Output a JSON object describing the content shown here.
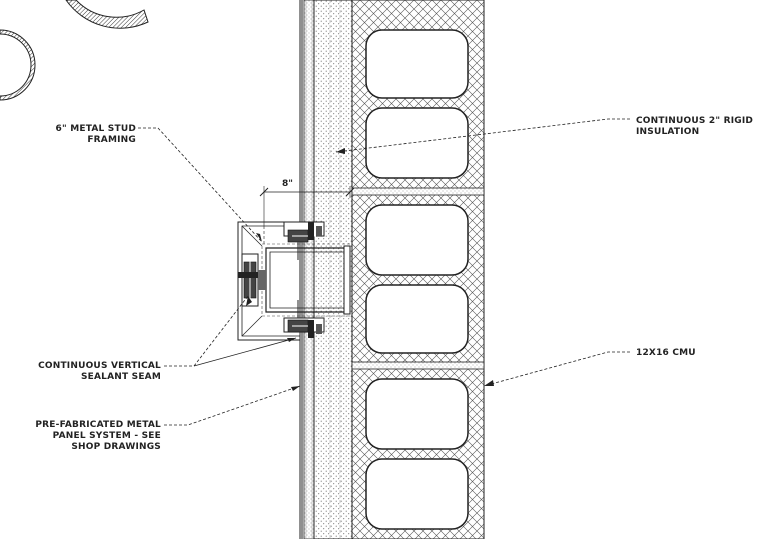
{
  "annotations": {
    "stud": [
      "6\" METAL STUD",
      "FRAMING"
    ],
    "seam": [
      "CONTINUOUS VERTICAL",
      "SEALANT SEAM"
    ],
    "panel": [
      "PRE-FABRICATED METAL",
      "PANEL SYSTEM - SEE",
      "SHOP DRAWINGS"
    ],
    "insulation": [
      "CONTINUOUS 2\" RIGID",
      "INSULATION"
    ],
    "cmu": [
      "12X16 CMU"
    ]
  },
  "dimension": "8\""
}
